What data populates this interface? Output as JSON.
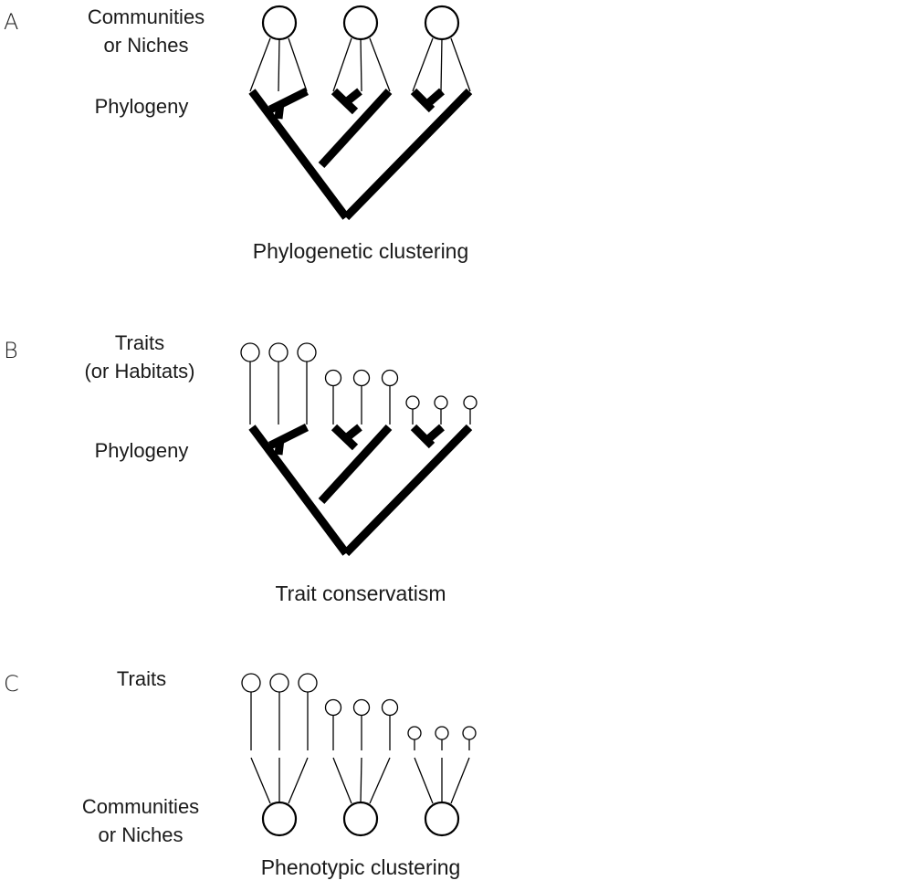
{
  "panels": [
    {
      "letter": "A",
      "top_label": [
        "Communities",
        "or Niches"
      ],
      "mid_label": "Phylogeny",
      "caption": "Phylogenetic clustering"
    },
    {
      "letter": "B",
      "top_label": [
        "Traits",
        "(or Habitats)"
      ],
      "mid_label": "Phylogeny",
      "caption": "Trait conservatism"
    },
    {
      "letter": "C",
      "top_label": [
        "Traits"
      ],
      "bottom_label": [
        "Communities",
        "or Niches"
      ],
      "caption": "Phenotypic clustering"
    }
  ],
  "colors": {
    "ink": "#000000",
    "text": "#1a1a1a"
  }
}
